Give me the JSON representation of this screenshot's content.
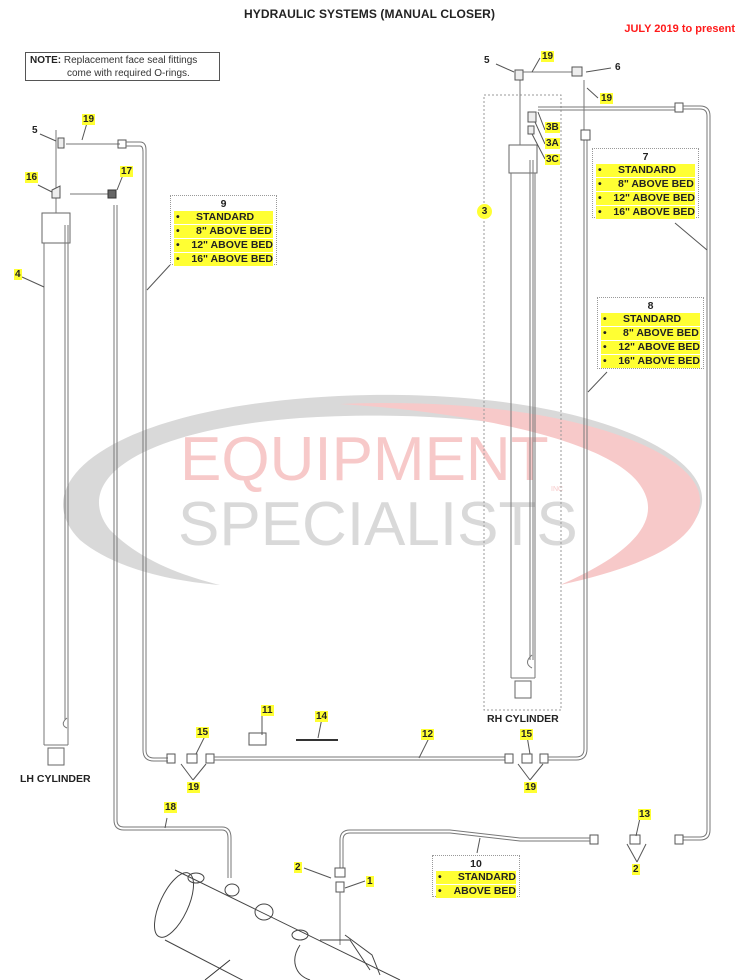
{
  "header": {
    "title": "HYDRAULIC SYSTEMS (MANUAL CLOSER)",
    "date_range": "JULY 2019 to present",
    "date_color": "#ff1a1a"
  },
  "note": {
    "label": "NOTE:",
    "line1": "Replacement face seal fittings",
    "line2": "come with required O-rings."
  },
  "watermark": {
    "line1": "EQUIPMENT",
    "line2": "SPECIALISTS",
    "suffix": "INC",
    "red": "#f7c9c9",
    "gray": "#d9d9d9"
  },
  "cylinders": {
    "lh_label": "LH CYLINDER",
    "rh_label": "RH CYLINDER"
  },
  "callouts": {
    "c1": "1",
    "c2a": "2",
    "c2b": "2",
    "c3": "3",
    "c3a": "3A",
    "c3b": "3B",
    "c3c": "3C",
    "c4": "4",
    "c5l": "5",
    "c5r": "5",
    "c6": "6",
    "c11": "11",
    "c12": "12",
    "c13": "13",
    "c14": "14",
    "c15l": "15",
    "c15r": "15",
    "c16": "16",
    "c17": "17",
    "c18": "18",
    "c19a": "19",
    "c19b": "19",
    "c19c": "19",
    "c19d": "19",
    "c19e": "19"
  },
  "option_boxes": {
    "box7": {
      "number": "7",
      "options": [
        "STANDARD",
        "8\" ABOVE BED",
        "12\" ABOVE BED",
        "16\" ABOVE BED"
      ]
    },
    "box8": {
      "number": "8",
      "options": [
        "STANDARD",
        "8\" ABOVE BED",
        "12\" ABOVE BED",
        "16\" ABOVE BED"
      ]
    },
    "box9": {
      "number": "9",
      "options": [
        "STANDARD",
        "8\" ABOVE BED",
        "12\" ABOVE BED",
        "16\" ABOVE BED"
      ]
    },
    "box10": {
      "number": "10",
      "options": [
        "STANDARD",
        "ABOVE BED"
      ]
    },
    "bullet": "•"
  },
  "colors": {
    "highlight": "#ffff33",
    "line": "#777777"
  }
}
